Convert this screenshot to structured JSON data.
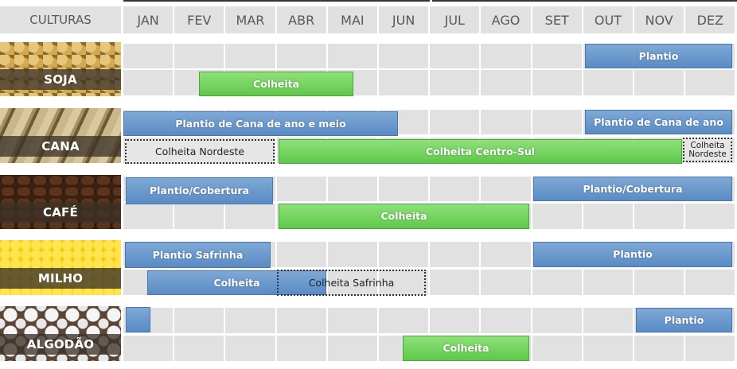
{
  "header": {
    "culturas": "CULTURAS",
    "months": [
      "JAN",
      "FEV",
      "MAR",
      "ABR",
      "MAI",
      "JUN",
      "JUL",
      "AGO",
      "SET",
      "OUT",
      "NOV",
      "DEZ"
    ]
  },
  "crops": [
    {
      "name": "SOJA",
      "image": "soybeans"
    },
    {
      "name": "CANA",
      "image": "sugarcane"
    },
    {
      "name": "CAFÉ",
      "image": "coffee-beans"
    },
    {
      "name": "MILHO",
      "image": "corn-kernels"
    },
    {
      "name": "ALGODÃO",
      "image": "cotton"
    }
  ],
  "bars": [
    {
      "crop": "SOJA",
      "label": "Plantio",
      "type": "plantio"
    },
    {
      "crop": "SOJA",
      "label": "Colheita",
      "type": "colheita"
    },
    {
      "crop": "CANA",
      "label": "Plantio de Cana de ano e meio",
      "type": "plantio"
    },
    {
      "crop": "CANA",
      "label": "Plantio de Cana de ano",
      "type": "plantio"
    },
    {
      "crop": "CANA",
      "label": "Colheita Nordeste",
      "type": "colheita-secundaria"
    },
    {
      "crop": "CANA",
      "label": "Colheita Centro-Sul",
      "type": "colheita"
    },
    {
      "crop": "CANA",
      "label": "Colheita Nordeste",
      "type": "colheita-secundaria"
    },
    {
      "crop": "CAFÉ",
      "label": "Plantio/Cobertura",
      "type": "plantio"
    },
    {
      "crop": "CAFÉ",
      "label": "Plantio/Cobertura",
      "type": "plantio"
    },
    {
      "crop": "CAFÉ",
      "label": "Colheita",
      "type": "colheita"
    },
    {
      "crop": "MILHO",
      "label": "Plantio Safrinha",
      "type": "plantio"
    },
    {
      "crop": "MILHO",
      "label": "Plantio",
      "type": "plantio"
    },
    {
      "crop": "MILHO",
      "label": "Colheita",
      "type": "plantio"
    },
    {
      "crop": "MILHO",
      "label": "Colheita Safrinha",
      "type": "colheita-secundaria"
    },
    {
      "crop": "ALGODÃO",
      "label": "",
      "type": "plantio"
    },
    {
      "crop": "ALGODÃO",
      "label": "Plantio",
      "type": "plantio"
    },
    {
      "crop": "ALGODÃO",
      "label": "Colheita",
      "type": "colheita"
    }
  ],
  "colors": {
    "plantio": "#6b9bd1",
    "colheita": "#70d45a",
    "grid": "#e1e1e1",
    "label_band": "#3c3228"
  }
}
